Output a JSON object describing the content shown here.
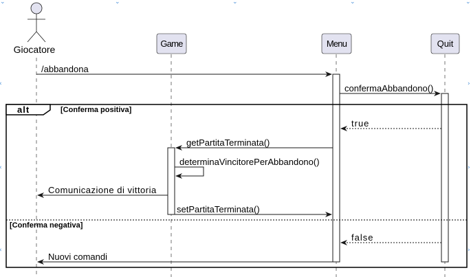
{
  "participants": {
    "giocatore": "Giocatore",
    "game": "Game",
    "menu": "Menu",
    "quit": "Quit"
  },
  "messages": {
    "abbandona": "/abbandona",
    "conferma_abbandono": "confermaAbbandono()",
    "true_return": "true",
    "get_partita": "getPartitaTerminata()",
    "determina": "determinaVincitorePerAbbandono()",
    "comunicazione": "Comunicazione di vittoria",
    "set_partita": "setPartitaTerminata()",
    "false_return": "false",
    "nuovi_comandi": "Nuovi comandi"
  },
  "fragment": {
    "keyword": "alt",
    "guard_positive": "[Conferma positiva]",
    "guard_negative": "[Conferma negativa]"
  },
  "colors": {
    "participant_fill": "#e2e2f0",
    "line": "#181818",
    "edge_marker": "#4a90d9"
  }
}
